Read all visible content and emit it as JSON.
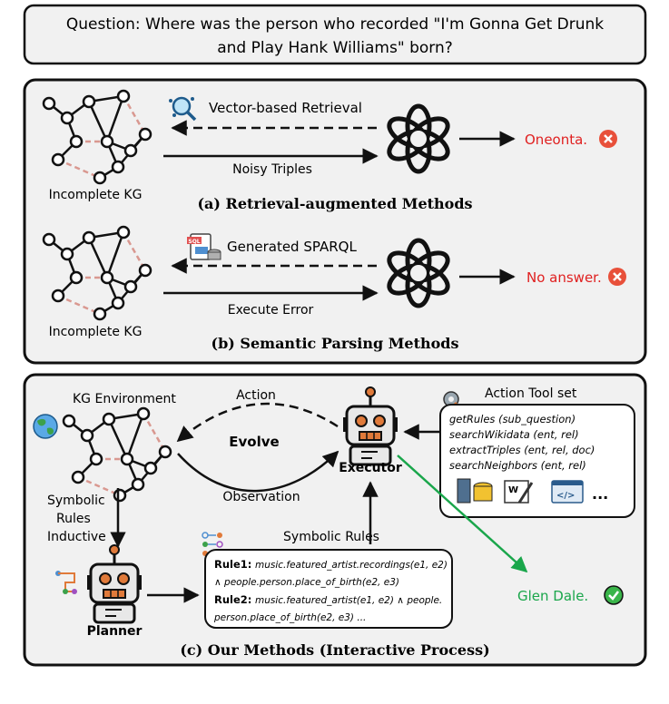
{
  "question": {
    "line1": "Question: Where was the person who recorded \"I'm Gonna Get Drunk",
    "line2": "and Play Hank Williams\" born?"
  },
  "panel_a": {
    "retrieval_label": "Vector-based Retrieval",
    "triples_label": "Noisy Triples",
    "kg_label": "Incomplete KG",
    "answer": "Oneonta.",
    "caption": "(a) Retrieval-augmented Methods"
  },
  "panel_b": {
    "sparql_label": "Generated SPARQL",
    "sql_icon_text": "SQL",
    "error_label": "Execute Error",
    "kg_label": "Incomplete KG",
    "answer": "No answer.",
    "caption": "(b) Semantic Parsing Methods"
  },
  "panel_c": {
    "kg_env_label": "KG Environment",
    "action_label": "Action",
    "evolve_label": "Evolve",
    "observation_label": "Observation",
    "executor_label": "Executor",
    "planner_label": "Planner",
    "inductive_line1": "Symbolic",
    "inductive_line2": "Rules",
    "inductive_line3": "Inductive",
    "symbolic_rules_label": "Symbolic Rules",
    "toolset_title": "Action Tool set",
    "tools": [
      "getRules (sub_question)",
      "searchWikidata (ent, rel)",
      "extractTriples (ent, rel, doc)",
      "searchNeighbors (ent, rel)"
    ],
    "tools_more": "...",
    "rule1_label": "Rule1:",
    "rule1_line1": "music.featured_artist.recordings(e1, e2)",
    "rule1_line2": "∧ people.person.place_of_birth(e2, e3)",
    "rule2_label": "Rule2:",
    "rule2_line1": "music.featured_artist(e1, e2) ∧ people.",
    "rule2_line2": "person.place_of_birth(e2, e3) ...",
    "answer": "Glen Dale.",
    "caption": "(c) Our Methods (Interactive Process)"
  },
  "colors": {
    "wrong": "#e02020",
    "right": "#1aa64b",
    "panel_bg": "#f1f1f1",
    "kg_dashed_edge": "#d99890"
  }
}
